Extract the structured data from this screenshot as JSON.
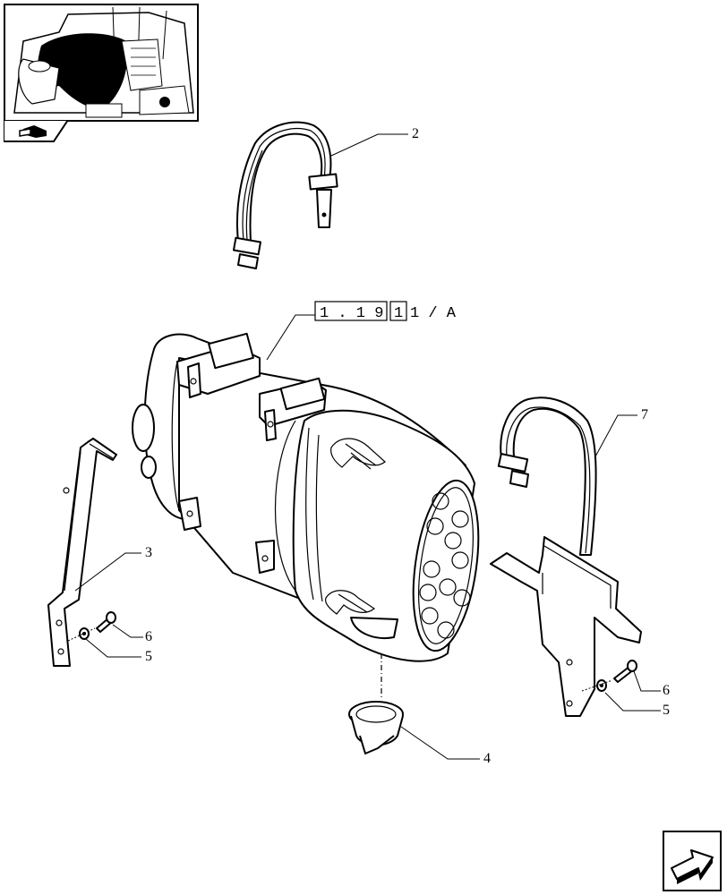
{
  "callouts": {
    "c2": "2",
    "c3": "3",
    "c4": "4",
    "c5a": "5",
    "c5b": "5",
    "c6a": "6",
    "c6b": "6",
    "c7": "7"
  },
  "reference": {
    "box1": "1 . 1 9",
    "box2": "1",
    "tail": "1 / A"
  },
  "icons": {
    "thumbnail": "tractor-engine-bay-thumbnail",
    "section": "tractor-section-icon",
    "navigation": "next-page-arrow-icon"
  }
}
